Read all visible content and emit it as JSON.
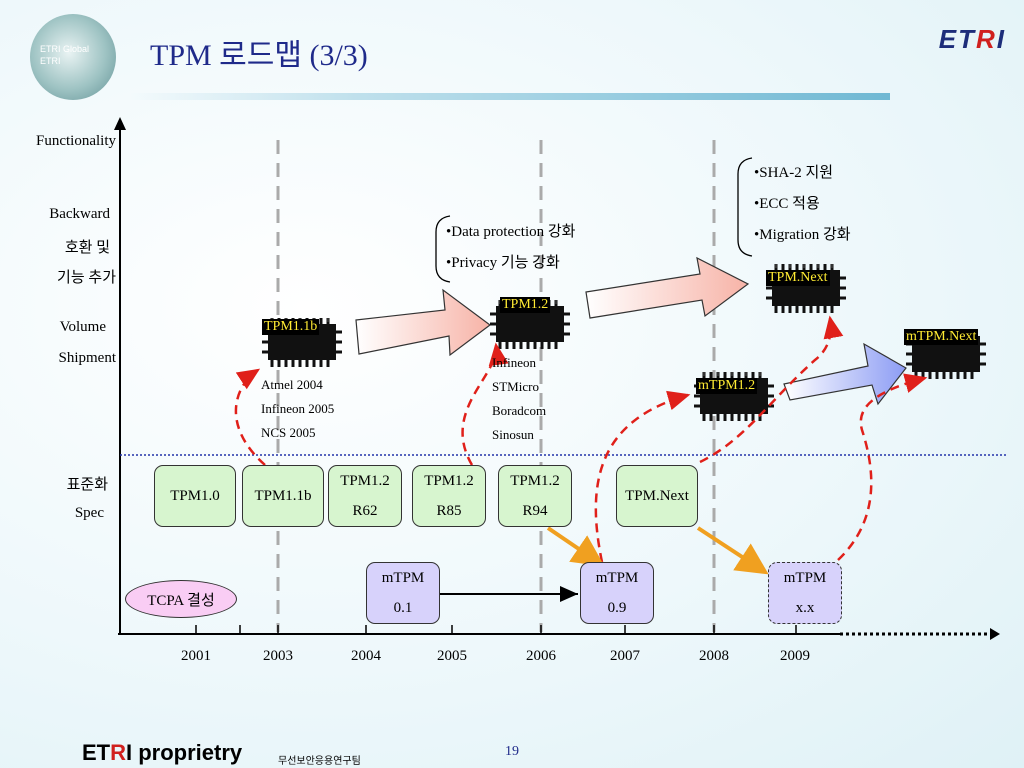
{
  "header": {
    "title": "TPM 로드맵 (3/3)",
    "globe_text_line1": "ETRI Global",
    "globe_text_line2": "ETRI",
    "logo_part1": "ET",
    "logo_part2": "R",
    "logo_part3": "I"
  },
  "axis_labels": {
    "functionality": "Functionality",
    "backward_line1": "Backward",
    "backward_line2": "호환 및",
    "backward_line3": "기능 추가",
    "volume_line1": "Volume",
    "volume_line2": "Shipment",
    "standard_line1": "표준화",
    "standard_line2": "Spec"
  },
  "years": [
    "2001",
    "2003",
    "2004",
    "2005",
    "2006",
    "2007",
    "2008",
    "2009"
  ],
  "spec_boxes": [
    {
      "line1": "TPM1.0",
      "line2": ""
    },
    {
      "line1": "TPM1.1b",
      "line2": ""
    },
    {
      "line1": "TPM1.2",
      "line2": "R62"
    },
    {
      "line1": "TPM1.2",
      "line2": "R85"
    },
    {
      "line1": "TPM1.2",
      "line2": "R94"
    },
    {
      "line1": "TPM.Next",
      "line2": ""
    }
  ],
  "mtpm_boxes": [
    {
      "line1": "mTPM",
      "line2": "0.1"
    },
    {
      "line1": "mTPM",
      "line2": "0.9"
    },
    {
      "line1": "mTPM",
      "line2": "x.x"
    }
  ],
  "tcpa": "TCPA 결성",
  "chips": {
    "tpm11b": "TPM1.1b",
    "tpm12": "TPM1.2",
    "tpmnext": "TPM.Next",
    "mtpm12": "mTPM1.2",
    "mtpmnext": "mTPM.Next"
  },
  "vendors_11b": [
    "Atmel 2004",
    "Infineon 2005",
    "NCS 2005"
  ],
  "vendors_12": [
    "Infineon",
    "STMicro",
    "Boradcom",
    "Sinosun"
  ],
  "features_12": [
    "•Data protection 강화",
    "•Privacy 기능 강화"
  ],
  "features_next": [
    "•SHA-2 지원",
    "•ECC 적용",
    "•Migration 강화"
  ],
  "footer": {
    "brand_part1": "ET",
    "brand_part2": "R",
    "brand_part3": "I proprietry",
    "team": "무선보안응용연구팀",
    "page": "19"
  },
  "colors": {
    "spec_box": "#d7f5cf",
    "mtpm_box": "#d7d2fb",
    "tcpa": "#f9cdf4",
    "red_dashed": "#e0201a",
    "orange_arrow": "#f0a020",
    "chip_label_text": "#ffeb33",
    "title": "#1f2a8a"
  }
}
